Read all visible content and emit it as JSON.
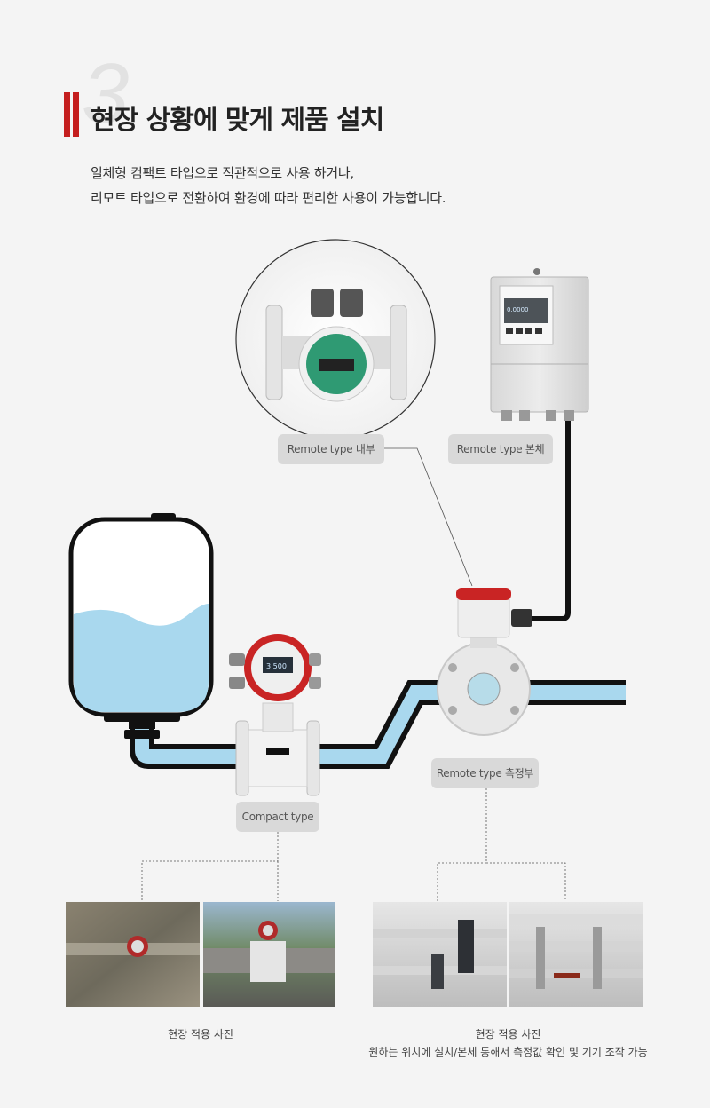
{
  "header": {
    "section_number": "3",
    "title": "현장 상황에 맞게 제품 설치",
    "desc_line1": "일체형 컴팩트 타입으로 직관적으로 사용 하거나,",
    "desc_line2": "리모트 타입으로 전환하여 환경에 따라 편리한 사용이 가능합니다."
  },
  "labels": {
    "remote_inside": "Remote type 내부",
    "remote_body": "Remote type 본체",
    "remote_sensor": "Remote type 측정부",
    "compact": "Compact type"
  },
  "device_display": {
    "compact_reading": "3.500",
    "remote_reading": "0.0000"
  },
  "photos": {
    "left_caption": "현장 적용 사진",
    "right_caption_line1": "현장 적용 사진",
    "right_caption_line2": "원하는 위치에 설치/본체 통해서 측정값 확인 및 기기 조작 가능"
  },
  "colors": {
    "accent": "#c41e1e",
    "water": "#a9d8ee",
    "pipe_outline": "#111111"
  }
}
